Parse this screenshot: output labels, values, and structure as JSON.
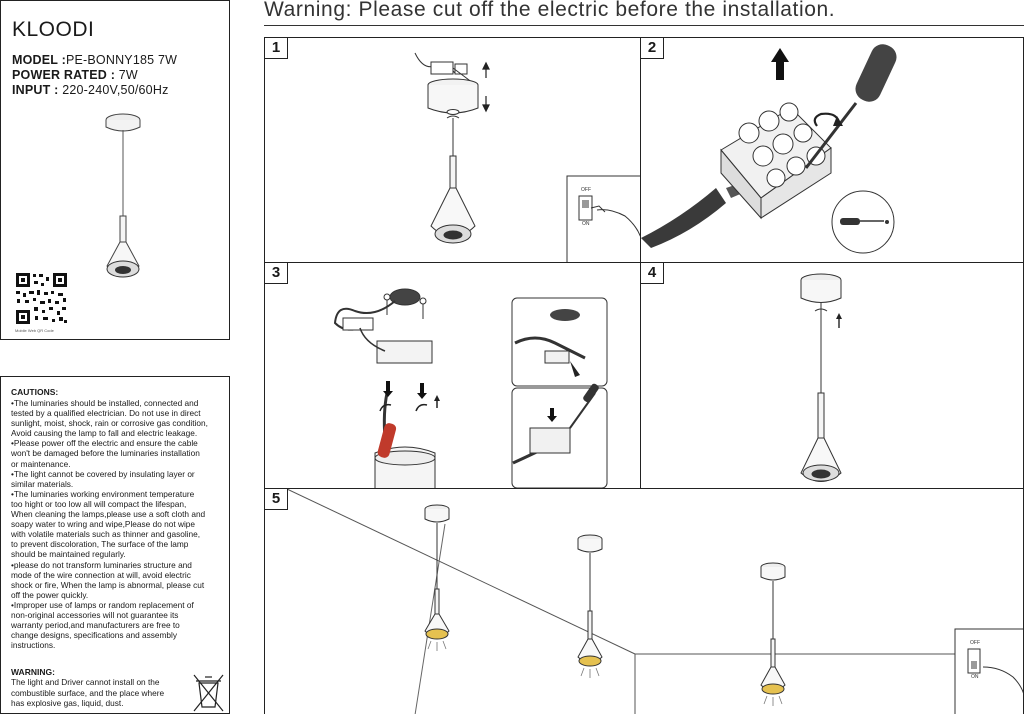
{
  "header": {
    "warning": "Warning: Please cut off the electric before the installation."
  },
  "product": {
    "brand": "KLOODI",
    "model_label": "MODEL :",
    "model_value": "PE-BONNY185 7W",
    "power_label": "POWER RATED :",
    "power_value": " 7W",
    "input_label": "INPUT :",
    "input_value": " 220-240V,50/60Hz",
    "qr_caption": "Mobile Web QR Code"
  },
  "cautions": {
    "title": "CAUTIONS:",
    "lines": [
      "•The luminaries should be installed, connected and",
      "tested by a qualified electrician. Do not use in direct",
      "sunlight, moist, shock, rain or corrosive gas condition,",
      "Avoid causing the lamp to fall and electric leakage.",
      "•Please power off the electric and ensure the cable",
      "won't be damaged before the luminaries installation",
      "or maintenance.",
      "•The light cannot be covered by insulating layer or",
      "similar materials.",
      "•The luminaries working environment temperature",
      "too hight or too low all will compact the lifespan,",
      "When cleaning the lamps,please use a soft cloth and",
      "soapy water to wring and wipe,Please do not wipe",
      "with volatile materials such as thinner and gasoline,",
      "to prevent discoloration, The surface of the lamp",
      "should be maintained regularly.",
      "•please do not transform luminaries structure and",
      "mode of the wire connection at will, avoid electric",
      "shock or fire, When the lamp is abnormal, please cut",
      "off the power quickly.",
      "•Improper use of lamps or random replacement of",
      "non-original accessories will not guarantee its",
      "warranty period,and manufacturers are free to",
      "change designs, specifications and assembly",
      "instructions."
    ]
  },
  "warning_note": {
    "title": "WARNING:",
    "lines": [
      "The light and Driver cannot install on the",
      "combustible surface, and the place where",
      "has explosive gas, liquid, dust."
    ]
  },
  "steps": [
    "1",
    "2",
    "3",
    "4",
    "5"
  ],
  "switch": {
    "off_label": "OFF",
    "on_label": "ON"
  }
}
